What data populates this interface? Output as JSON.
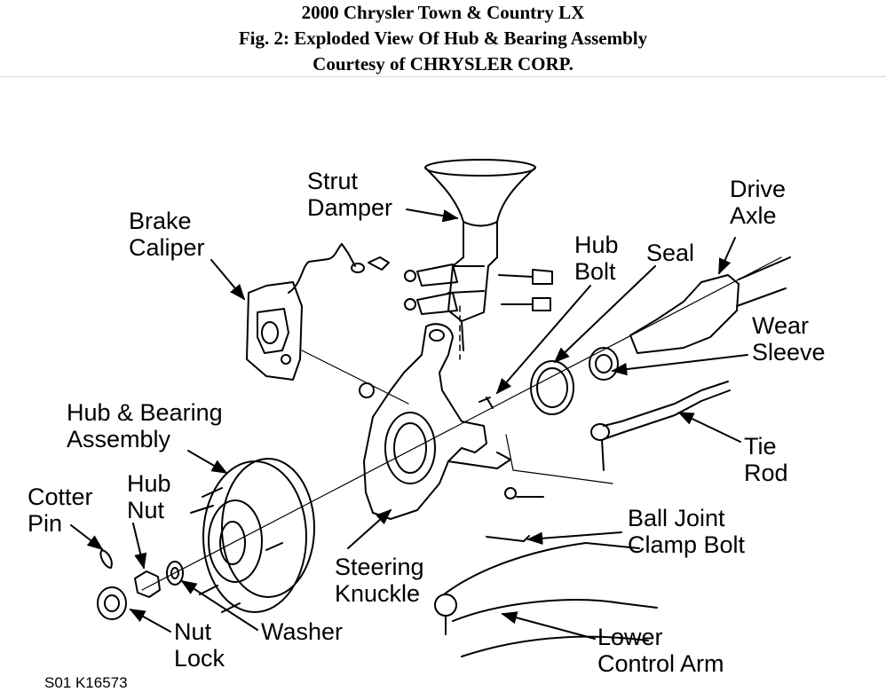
{
  "header": {
    "line1": "2000 Chrysler Town & Country LX",
    "line2": "Fig. 2: Exploded View Of Hub & Bearing Assembly",
    "line3": "Courtesy of CHRYSLER CORP."
  },
  "labels": {
    "strut_damper": [
      "Strut",
      "Damper"
    ],
    "drive_axle": [
      "Drive",
      "Axle"
    ],
    "brake_caliper": [
      "Brake",
      "Caliper"
    ],
    "hub_bolt": [
      "Hub",
      "Bolt"
    ],
    "seal": "Seal",
    "wear_sleeve": [
      "Wear",
      "Sleeve"
    ],
    "hub_bearing_assembly": [
      "Hub & Bearing",
      "Assembly"
    ],
    "tie_rod": [
      "Tie",
      "Rod"
    ],
    "cotter_pin": [
      "Cotter",
      "Pin"
    ],
    "hub_nut": [
      "Hub",
      "Nut"
    ],
    "ball_joint_clamp_bolt": [
      "Ball Joint",
      "Clamp Bolt"
    ],
    "steering_knuckle": [
      "Steering",
      "Knuckle"
    ],
    "nut_lock": [
      "Nut",
      "Lock"
    ],
    "washer": "Washer",
    "lower_control_arm": [
      "Lower",
      "Control Arm"
    ]
  },
  "figure_code": "S01 K16573"
}
